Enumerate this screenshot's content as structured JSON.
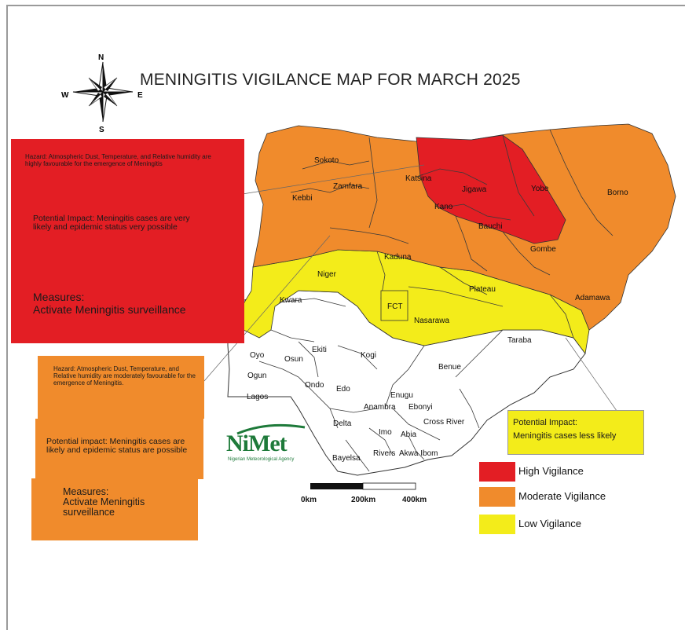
{
  "title": "MENINGITIS VIGILANCE MAP FOR MARCH 2025",
  "compass": {
    "n": "N",
    "s": "S",
    "e": "E",
    "w": "W"
  },
  "high_box": {
    "hazard": "Hazard: Atmospheric Dust, Temperature, and Relative humidity are highly favourable for the emergence of Meningitis",
    "impact": "Potential Impact: Meningitis cases are very likely and epidemic status very possible",
    "measures_title": "Measures:",
    "measures_text": "Activate Meningitis surveillance"
  },
  "moderate_box": {
    "hazard": "Hazard: Atmospheric Dust, Temperature, and Relative humidity are moderately favourable for the emergence of Meningitis.",
    "impact": "Potential impact: Meningitis cases are likely and epidemic status are possible",
    "measures_title": "Measures:",
    "measures_text": "Activate Meningitis surveillance"
  },
  "low_box": {
    "impact_title": "Potential Impact:",
    "impact_text": "Meningitis cases less likely"
  },
  "legend": {
    "high": {
      "label": "High Vigilance",
      "color": "#e31e24"
    },
    "moderate": {
      "label": "Moderate Vigilance",
      "color": "#f08b2c"
    },
    "low": {
      "label": "Low Vigilance",
      "color": "#f3ec1a"
    }
  },
  "scale": {
    "labels": [
      "0km",
      "200km",
      "400km"
    ]
  },
  "logo": {
    "text": "NiMet",
    "sub": "Nigerian Meteorological Agency"
  },
  "states": {
    "sokoto": "Sokoto",
    "zamfara": "Zamfara",
    "kebbi": "Kebbi",
    "katsina": "Katsina",
    "jigawa": "Jigawa",
    "yobe": "Yobe",
    "borno": "Borno",
    "kano": "Kano",
    "bauchi": "Bauchi",
    "gombe": "Gombe",
    "kaduna": "Kaduna",
    "niger": "Niger",
    "plateau": "Plateau",
    "adamawa": "Adamawa",
    "kwara": "Kwara",
    "fct": "FCT",
    "nasarawa": "Nasarawa",
    "taraba": "Taraba",
    "oyo": "Oyo",
    "ekiti": "Ekiti",
    "osun": "Osun",
    "kogi": "Kogi",
    "benue": "Benue",
    "ogun": "Ogun",
    "ondo": "Ondo",
    "edo": "Edo",
    "lagos": "Lagos",
    "enugu": "Enugu",
    "anambra": "Anambra",
    "ebonyi": "Ebonyi",
    "cross_river": "Cross River",
    "delta": "Delta",
    "imo": "Imo",
    "abia": "Abia",
    "rivers": "Rivers",
    "akwa_ibom": "Akwa Ibom",
    "bayelsa": "Bayelsa"
  }
}
